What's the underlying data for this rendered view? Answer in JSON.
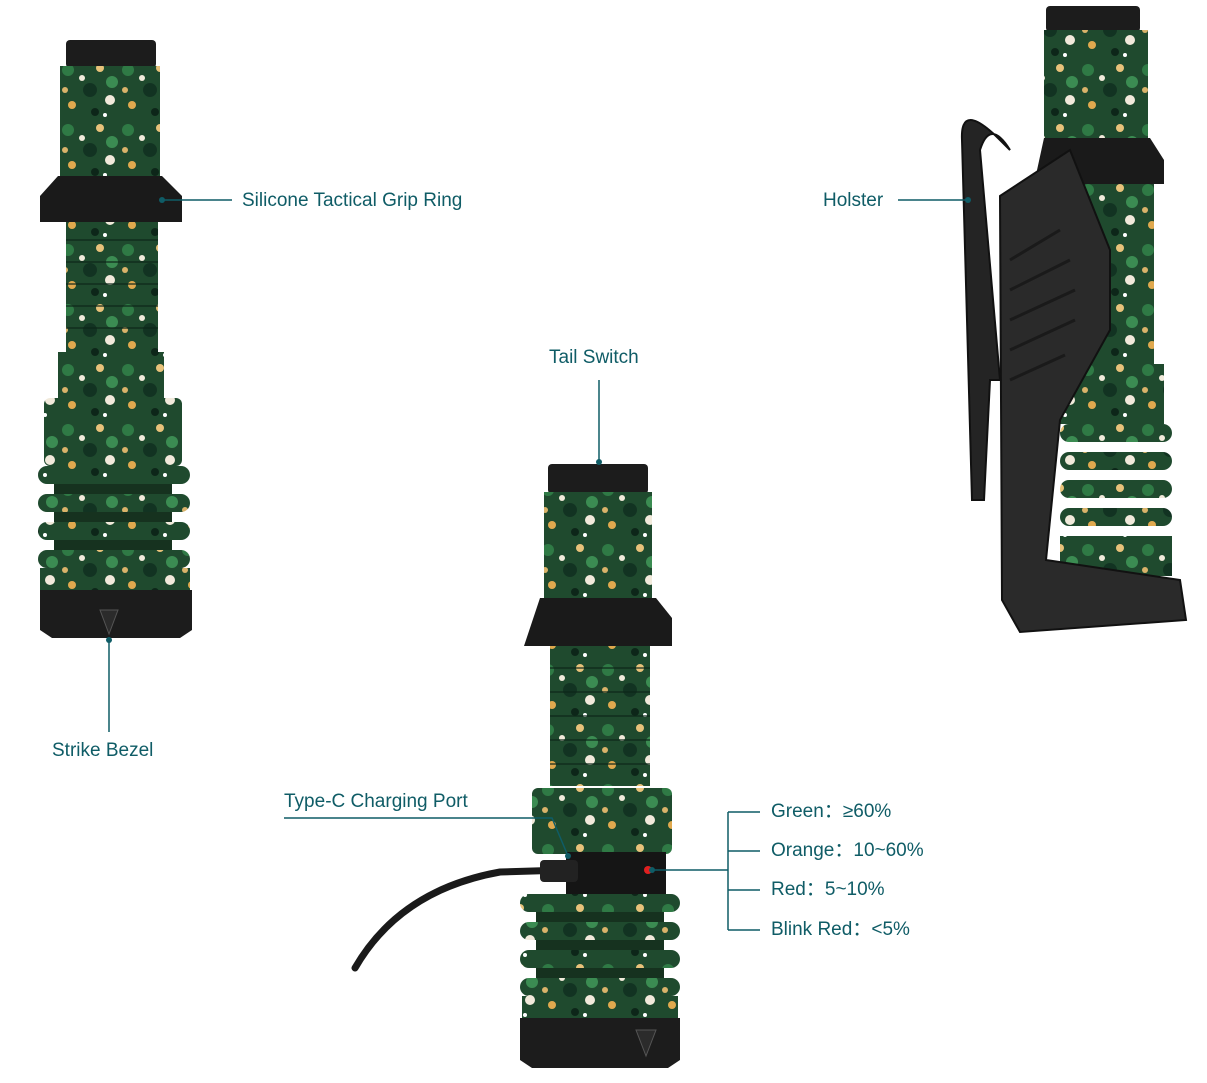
{
  "colors": {
    "leader": "#0f5c66",
    "label": "#0f5c66",
    "camo_base": "#1f4a2e",
    "body_dark": "#1c1c1c"
  },
  "labels": {
    "grip_ring": "Silicone Tactical Grip Ring",
    "strike_bezel": "Strike Bezel",
    "holster": "Holster",
    "tail_switch": "Tail Switch",
    "charging_port": "Type-C Charging Port",
    "battery": [
      {
        "color": "Green",
        "sep": "：",
        "range": "≥60%"
      },
      {
        "color": "Orange",
        "sep": "：",
        "range": "10~60%"
      },
      {
        "color": "Red",
        "sep": "：",
        "range": "5~10%"
      },
      {
        "color": "Blink Red",
        "sep": "：",
        "range": "<5%"
      }
    ]
  },
  "icons": [
    "flashlight-front",
    "flashlight-holster",
    "flashlight-charging",
    "usb-cable"
  ]
}
